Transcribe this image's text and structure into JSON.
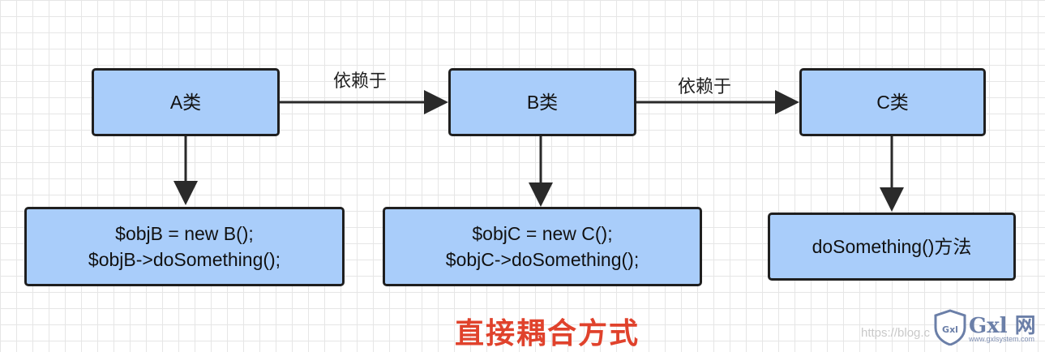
{
  "nodes": {
    "a_class": "A类",
    "b_class": "B类",
    "c_class": "C类",
    "a_code_line1": "$objB = new B();",
    "a_code_line2": "$objB->doSomething();",
    "b_code_line1": "$objC = new C();",
    "b_code_line2": "$objC->doSomething();",
    "c_method": "doSomething()方法"
  },
  "edges": {
    "a_to_b_label": "依赖于",
    "b_to_c_label": "依赖于"
  },
  "caption": "直接耦合方式",
  "watermark": {
    "url": "https://blog.c",
    "logo_text": "Gxl 网",
    "logo_sub": "www.gxlsystem.com"
  },
  "colors": {
    "node_fill": "#a9cdfa",
    "node_border": "#1f1f1f",
    "caption": "#e0422c"
  }
}
